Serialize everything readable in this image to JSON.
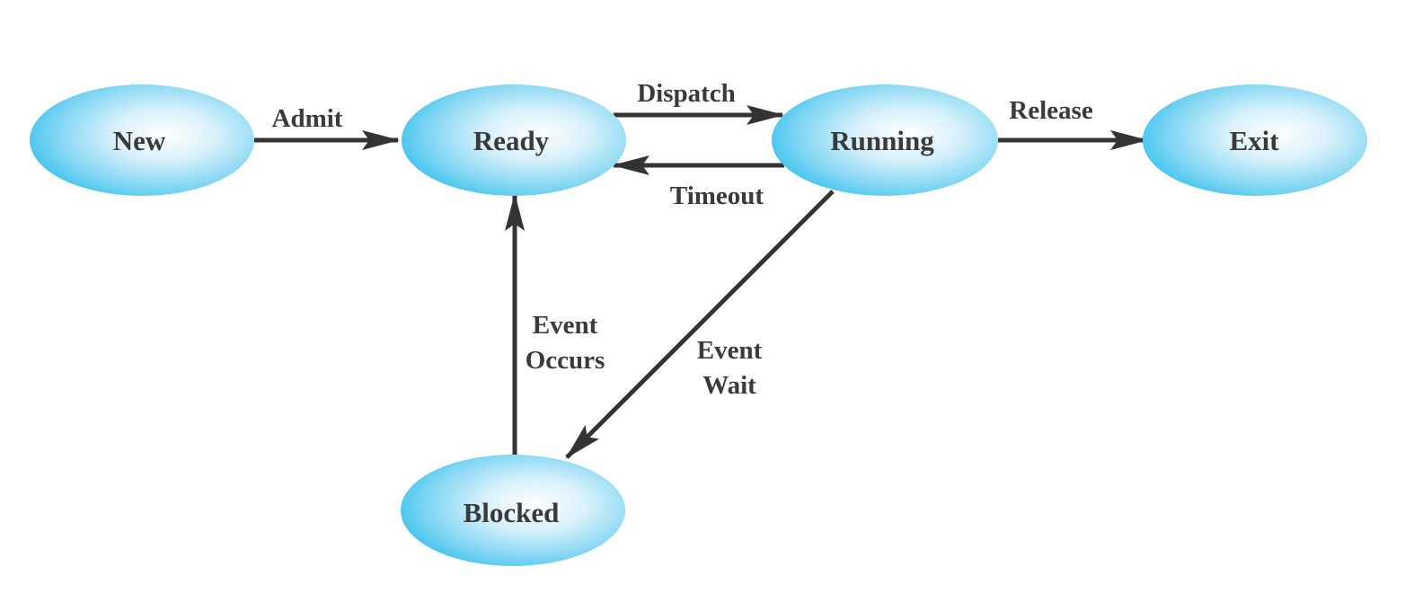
{
  "diagram": {
    "states": {
      "new": "New",
      "ready": "Ready",
      "running": "Running",
      "exit": "Exit",
      "blocked": "Blocked"
    },
    "transitions": {
      "admit": "Admit",
      "dispatch": "Dispatch",
      "timeout": "Timeout",
      "release": "Release",
      "event_occurs": [
        "Event",
        "Occurs"
      ],
      "event_wait": [
        "Event",
        "Wait"
      ]
    },
    "colors": {
      "node_fill_center": "#ffffff",
      "node_fill_edge": "#38c2ee",
      "arrow": "#333333",
      "text": "#3a3a3a"
    }
  }
}
